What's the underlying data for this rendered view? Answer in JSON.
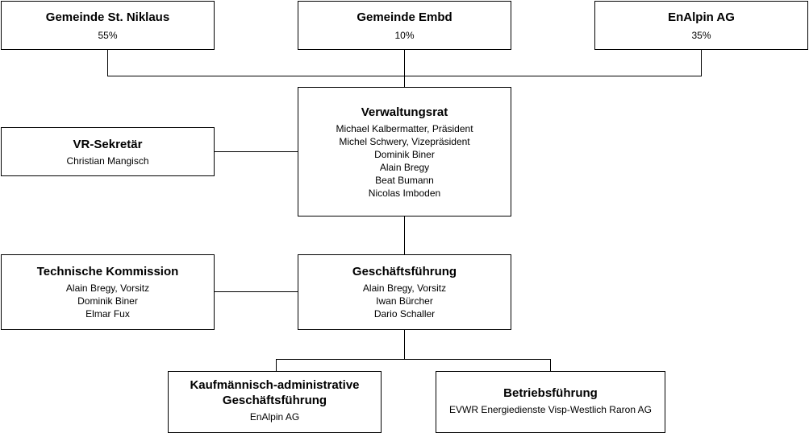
{
  "owners": [
    {
      "name": "Gemeinde St. Niklaus",
      "share": "55%"
    },
    {
      "name": "Gemeinde Embd",
      "share": "10%"
    },
    {
      "name": "EnAlpin AG",
      "share": "35%"
    }
  ],
  "verwaltungsrat": {
    "title": "Verwaltungsrat",
    "members": [
      "Michael Kalbermatter, Präsident",
      "Michel Schwery, Vizepräsident",
      "Dominik Biner",
      "Alain Bregy",
      "Beat Bumann",
      "Nicolas Imboden"
    ]
  },
  "vr_sekretaer": {
    "title": "VR-Sekretär",
    "members": [
      "Christian Mangisch"
    ]
  },
  "technische_kommission": {
    "title": "Technische Kommission",
    "members": [
      "Alain Bregy, Vorsitz",
      "Dominik Biner",
      "Elmar Fux"
    ]
  },
  "geschaeftsfuehrung": {
    "title": "Geschäftsführung",
    "members": [
      "Alain Bregy, Vorsitz",
      "Iwan Bürcher",
      "Dario Schaller"
    ]
  },
  "kaufmaennisch": {
    "title": "Kaufmännisch-administrative\nGeschäftsführung",
    "members": [
      "EnAlpin AG"
    ]
  },
  "betriebsfuehrung": {
    "title": "Betriebsführung",
    "members": [
      "EVWR Energiedienste Visp-Westlich Raron AG"
    ]
  }
}
